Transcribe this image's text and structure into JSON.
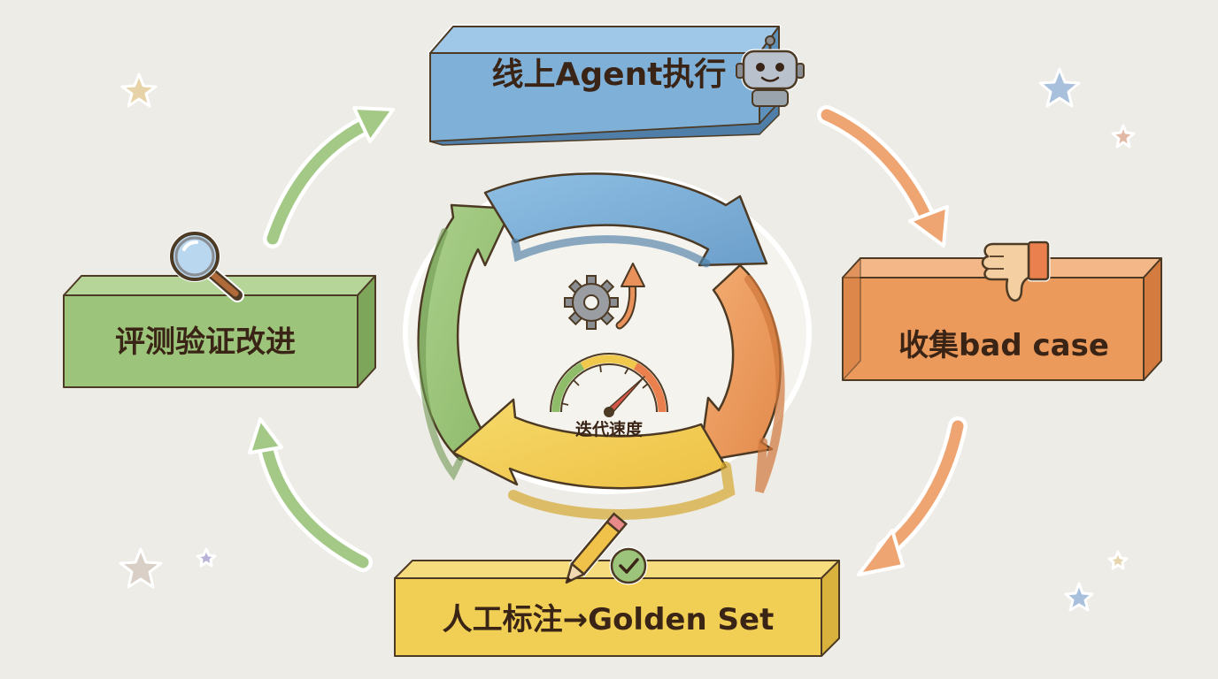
{
  "stages": [
    {
      "id": "agent",
      "label": "线上Agent执行",
      "color": "#7fb0d8",
      "icon": "robot-icon"
    },
    {
      "id": "badcase",
      "label": "收集bad case",
      "color": "#ec9a5c",
      "icon": "thumbs-down-icon"
    },
    {
      "id": "golden",
      "label": "人工标注→Golden Set",
      "color": "#f1cf55",
      "icon": "pencil-check-icon"
    },
    {
      "id": "eval",
      "label": "评测验证改进",
      "color": "#9cc47a",
      "icon": "magnifier-icon"
    }
  ],
  "center": {
    "gauge_label": "迭代速度",
    "icons": [
      "gear-up-arrow-icon",
      "speed-gauge-icon"
    ]
  },
  "colors": {
    "blue": "#7fb0d8",
    "orange": "#ec9a5c",
    "yellow": "#f1cf55",
    "green": "#9cc47a",
    "ink": "#3a2416"
  }
}
